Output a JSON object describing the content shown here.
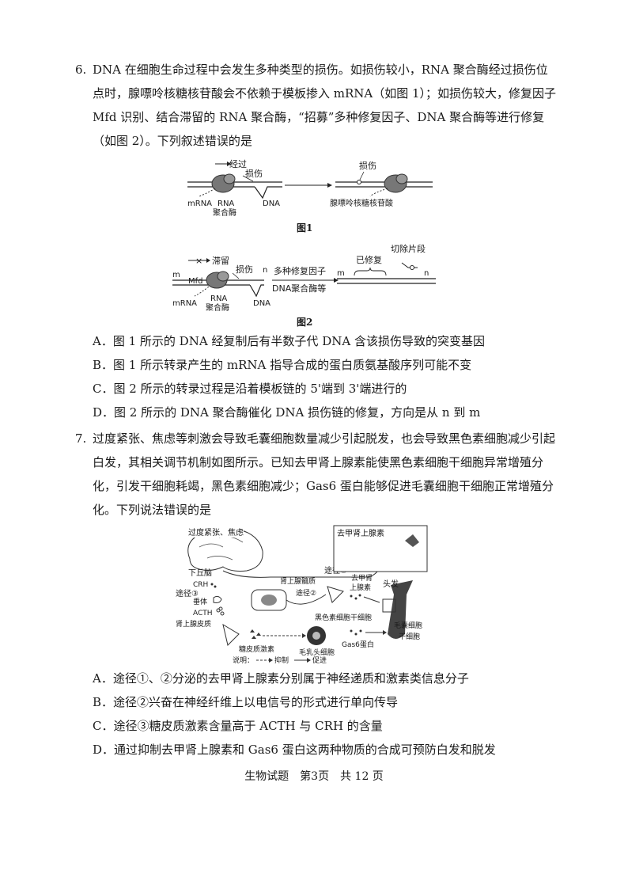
{
  "q6": {
    "number": "6.",
    "stem": "DNA 在细胞生命过程中会发生多种类型的损伤。如损伤较小，RNA 聚合酶经过损伤位点时，腺嘌呤核糖核苷酸会不依赖于模板掺入 mRNA（如图 1）；如损伤较大，修复因子 Mfd 识别、结合滞留的 RNA 聚合酶，“招募”多种修复因子、DNA 聚合酶等进行修复（如图 2）。下列叙述错误的是",
    "fig1": {
      "caption": "图1",
      "labels": {
        "pass": "经过",
        "damage1": "损伤",
        "mrna": "mRNA",
        "rna": "RNA",
        "polymerase": "聚合酶",
        "dna": "DNA",
        "damage2": "损伤",
        "adenine": "腺嘌呤核糖核苷酸"
      }
    },
    "fig2": {
      "caption": "图2",
      "labels": {
        "stall": "滞留",
        "damage": "损伤",
        "n1": "n",
        "m1": "m",
        "mfd": "Mfd",
        "mrna": "mRNA",
        "rna": "RNA",
        "polymerase": "聚合酶",
        "dna": "DNA",
        "factors": "多种修复因子",
        "dnapol": "DNA聚合酶等",
        "repaired": "已修复",
        "excised": "切除片段",
        "m2": "m",
        "n2": "n"
      }
    },
    "options": [
      "A．图 1 所示的 DNA 经复制后有半数子代 DNA 含该损伤导致的突变基因",
      "B．图 1 所示转录产生的 mRNA 指导合成的蛋白质氨基酸序列可能不变",
      "C．图 2 所示的转录过程是沿着模板链的 5'端到 3'端进行的",
      "D．图 2 所示的 DNA 聚合酶催化 DNA 损伤链的修复，方向是从 n 到 m"
    ]
  },
  "q7": {
    "number": "7.",
    "stem": "过度紧张、焦虑等刺激会导致毛囊细胞数量减少引起脱发，也会导致黑色素细胞减少引起白发，其相关调节机制如图所示。已知去甲肾上腺素能使黑色素细胞干细胞异常增殖分化，引发干细胞耗竭，黑色素细胞减少；Gas6 蛋白能够促进毛囊细胞干细胞正常增殖分化。下列说法错误的是",
    "fig": {
      "labels": {
        "stress": "过度紧张、焦虑",
        "norepi_top": "去甲肾上腺素",
        "route1": "途径①",
        "hair": "头发",
        "hypothalamus": "下丘脑",
        "crh": "CRH",
        "route3": "途径③",
        "pituitary": "垂体",
        "acth": "ACTH",
        "adrenal_medulla": "肾上腺髓质",
        "route2": "途径②",
        "norepi1": "去甲肾",
        "norepi2": "上腺素",
        "melanocyte_stem": "黑色素细胞干细胞",
        "adrenal_cortex": "肾上腺皮质",
        "follicle1": "毛囊细胞",
        "follicle2": "干细胞",
        "glucocorticoid": "糖皮质激素",
        "papilla": "毛乳头细胞",
        "gas6": "Gas6蛋白",
        "note": "说明：",
        "inhibit": "抑制",
        "promote": "促进"
      }
    },
    "options": [
      "A．途径①、②分泌的去甲肾上腺素分别属于神经递质和激素类信息分子",
      "B．途径②兴奋在神经纤维上以电信号的形式进行单向传导",
      "C．途径③糖皮质激素含量高于 ACTH 与 CRH 的含量",
      "D．通过抑制去甲肾上腺素和 Gas6 蛋白这两种物质的合成可预防白发和脱发"
    ]
  },
  "footer": "生物试题　第3页　共 12 页"
}
